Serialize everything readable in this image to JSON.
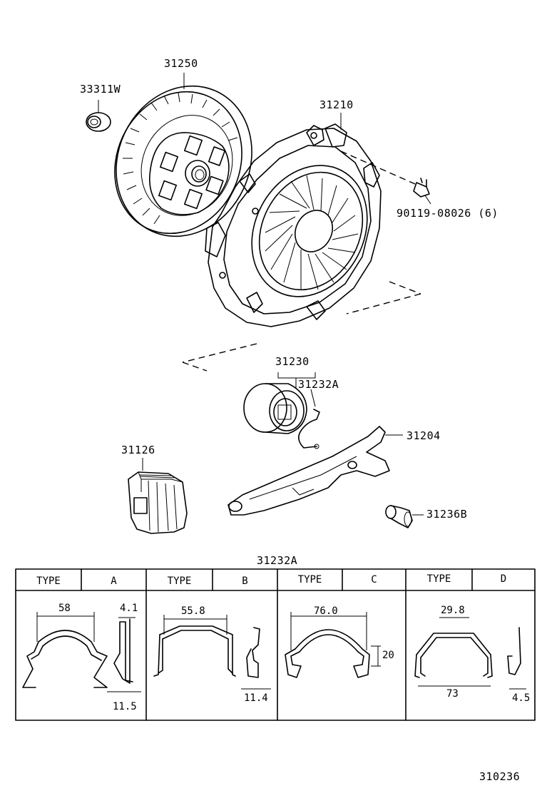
{
  "parts": {
    "seal": "33311W",
    "disc": "31250",
    "cover": "31210",
    "bolt": "90119-08026 (6)",
    "bearing_assy": "31230",
    "clip": "31232A",
    "fork": "31204",
    "boot": "31126",
    "pivot": "31236B"
  },
  "table": {
    "title": "31232A",
    "type_label": "TYPE",
    "types": [
      {
        "id": "A",
        "dims": [
          "58",
          "4.1",
          "11.5"
        ]
      },
      {
        "id": "B",
        "dims": [
          "55.8",
          "11.4"
        ]
      },
      {
        "id": "C",
        "dims": [
          "76.0",
          "20"
        ]
      },
      {
        "id": "D",
        "dims": [
          "29.8",
          "73",
          "4.5"
        ]
      }
    ]
  },
  "figure_number": "310236"
}
